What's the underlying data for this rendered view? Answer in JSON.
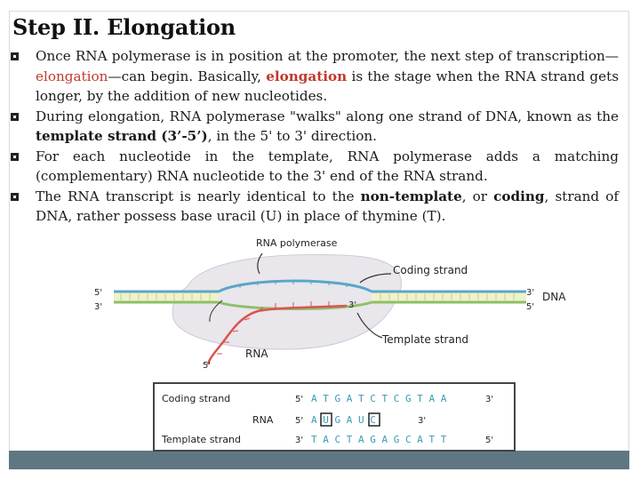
{
  "title": "Step II. Elongation",
  "bullets": [
    {
      "pre": "Once RNA polymerase is in position at the promoter, the next step of transcription—",
      "highlight1": "elongation",
      "mid": "—can begin. Basically, ",
      "highlight2": "elongation",
      "post": " is the stage when the RNA strand gets longer, by the addition of new nucleotides."
    },
    {
      "pre": "During elongation, RNA polymerase \"walks\" along one strand of DNA, known as the ",
      "bold": "template strand (3’-5’)",
      "post": ", in the 5' to 3' direction."
    },
    {
      "text": "For each nucleotide in the template, RNA polymerase adds a matching (complementary) RNA nucleotide to the 3' end of the RNA strand."
    },
    {
      "pre": "The RNA transcript is nearly identical to the ",
      "bold1": "non-template",
      "mid": ", or ",
      "bold2": "coding",
      "post": ", strand of DNA, rather possess base uracil (U) in place of thymine (T)."
    }
  ],
  "diagram": {
    "rna_polymerase_label": "RNA polymerase",
    "coding_strand_label": "Coding strand",
    "template_strand_label": "Template strand",
    "dna_label": "DNA",
    "rna_label": "RNA",
    "five_prime": "5'",
    "three_prime": "3'",
    "inner_three_prime": "3'"
  },
  "sequence_table": {
    "rows": [
      {
        "label": "Coding strand",
        "left_end": "5'",
        "seq": "A T G A T C T C G T A A",
        "right_end": "3'"
      },
      {
        "label": "RNA",
        "left_end": "5'",
        "seq": "A U G A U C",
        "right_end": "3'"
      },
      {
        "label": "Template strand",
        "left_end": "3'",
        "seq": "T A C T A G A G C A T T",
        "right_end": "5'"
      }
    ]
  },
  "colors": {
    "accent_red": "#c0392b",
    "strand_blue": "#5aa6c8",
    "strand_green": "#8fbf6a",
    "rna_red": "#d9534f",
    "polymerase_fill": "#e9e6ec",
    "sequence_teal": "#3a9bb5"
  }
}
